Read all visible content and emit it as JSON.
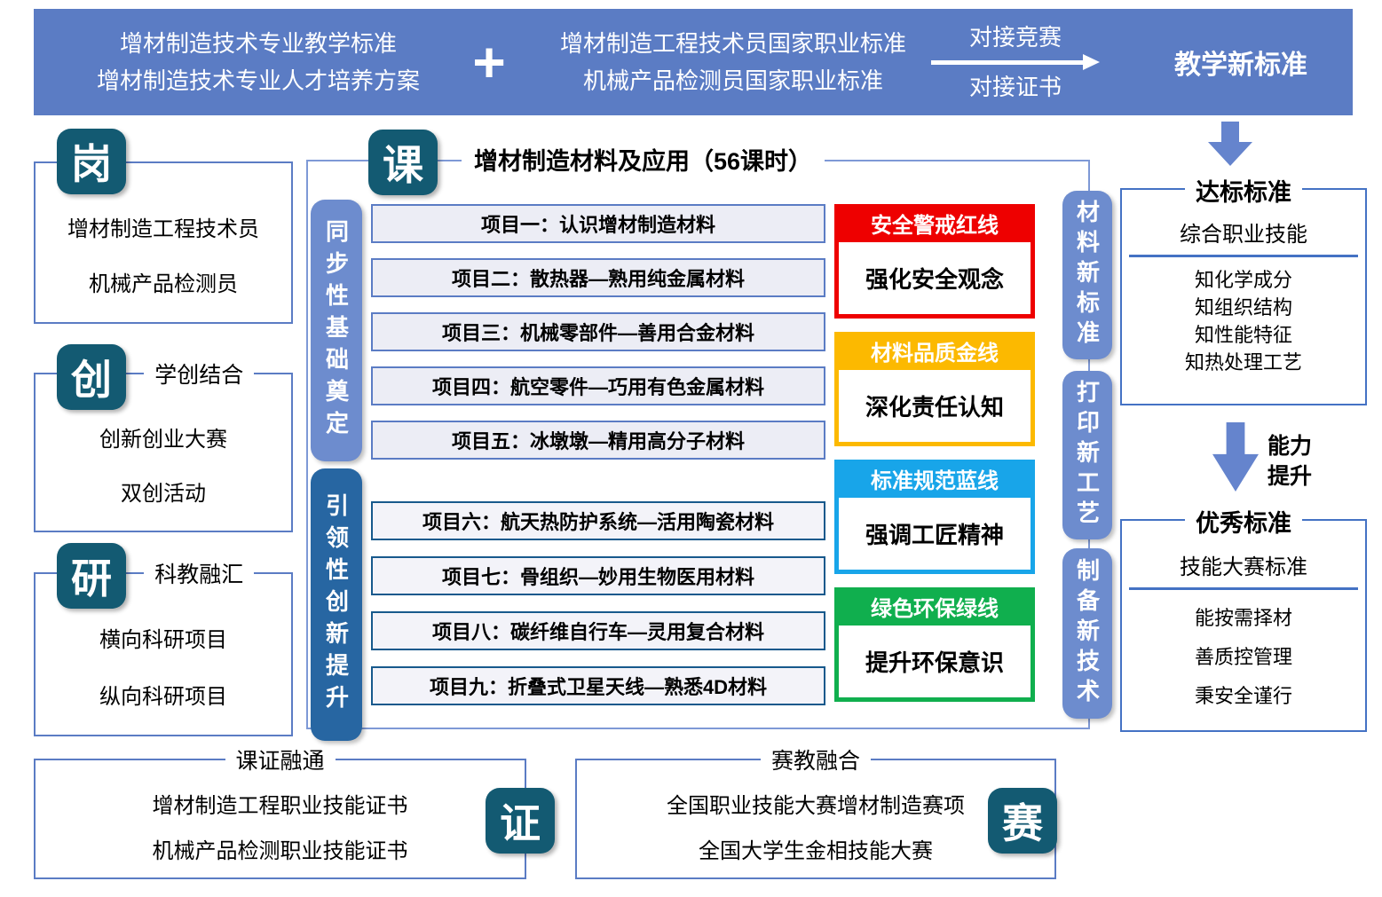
{
  "banner": {
    "left_line1": "增材制造技术专业教学标准",
    "left_line2": "增材制造技术专业人才培养方案",
    "plus": "+",
    "right_line1": "增材制造工程技术员国家职业标准",
    "right_line2": "机械产品检测员国家职业标准",
    "arrow_top": "对接竞赛",
    "arrow_bottom": "对接证书",
    "result": "教学新标准"
  },
  "left_column": {
    "post": {
      "badge": "岗",
      "item1": "增材制造工程技术员",
      "item2": "机械产品检测员"
    },
    "innovation": {
      "badge": "创",
      "title": "学创结合",
      "item1": "创新创业大赛",
      "item2": "双创活动"
    },
    "research": {
      "badge": "研",
      "title": "科教融汇",
      "item1": "横向科研项目",
      "item2": "纵向科研项目"
    }
  },
  "course": {
    "badge": "课",
    "title": "增材制造材料及应用（56课时）",
    "left_pills": {
      "basic": "同步性基础奠定",
      "advanced": "引领性创新提升"
    },
    "projects_basic": [
      "项目一：认识增材制造材料",
      "项目二：散热器—熟用纯金属材料",
      "项目三：机械零部件—善用合金材料",
      "项目四：航空零件—巧用有色金属材料",
      "项目五：冰墩墩—精用高分子材料"
    ],
    "projects_advanced": [
      "项目六：航天热防护系统—活用陶瓷材料",
      "项目七：骨组织—妙用生物医用材料",
      "项目八：碳纤维自行车—灵用复合材料",
      "项目九：折叠式卫星天线—熟悉4D材料"
    ],
    "value_lines": [
      {
        "header": "安全警戒红线",
        "body": "强化安全观念",
        "color": "#ee0000"
      },
      {
        "header": "材料品质金线",
        "body": "深化责任认知",
        "color": "#fcb900"
      },
      {
        "header": "标准规范蓝线",
        "body": "强调工匠精神",
        "color": "#18a5e9"
      },
      {
        "header": "绿色环保绿线",
        "body": "提升环保意识",
        "color": "#10af4e"
      }
    ],
    "right_pills": {
      "pill1": "材料新标准",
      "pill2": "打印新工艺",
      "pill3": "制备新技术"
    }
  },
  "right_column": {
    "standard_basic": {
      "title": "达标标准",
      "subtitle": "综合职业技能",
      "items": [
        "知化学成分",
        "知组织结构",
        "知性能特征",
        "知热处理工艺"
      ]
    },
    "ability_line1": "能力",
    "ability_line2": "提升",
    "standard_excellent": {
      "title": "优秀标准",
      "subtitle": "技能大赛标准",
      "items": [
        "能按需择材",
        "善质控管理",
        "秉安全谨行"
      ]
    }
  },
  "bottom": {
    "certificate": {
      "title": "课证融通",
      "badge": "证",
      "item1": "增材制造工程职业技能证书",
      "item2": "机械产品检测职业技能证书"
    },
    "competition": {
      "title": "赛教融合",
      "badge": "赛",
      "item1": "全国职业技能大赛增材制造赛项",
      "item2": "全国大学生金相技能大赛"
    }
  },
  "colors": {
    "banner_blue": "#5b7cc4",
    "pill_light_blue": "#6d8cce",
    "pill_dark_blue": "#2766a2",
    "badge_teal": "#135a72",
    "red_line": "#ee0000",
    "gold_line": "#fcb900",
    "blue_line": "#18a5e9",
    "green_line": "#10af4e"
  }
}
